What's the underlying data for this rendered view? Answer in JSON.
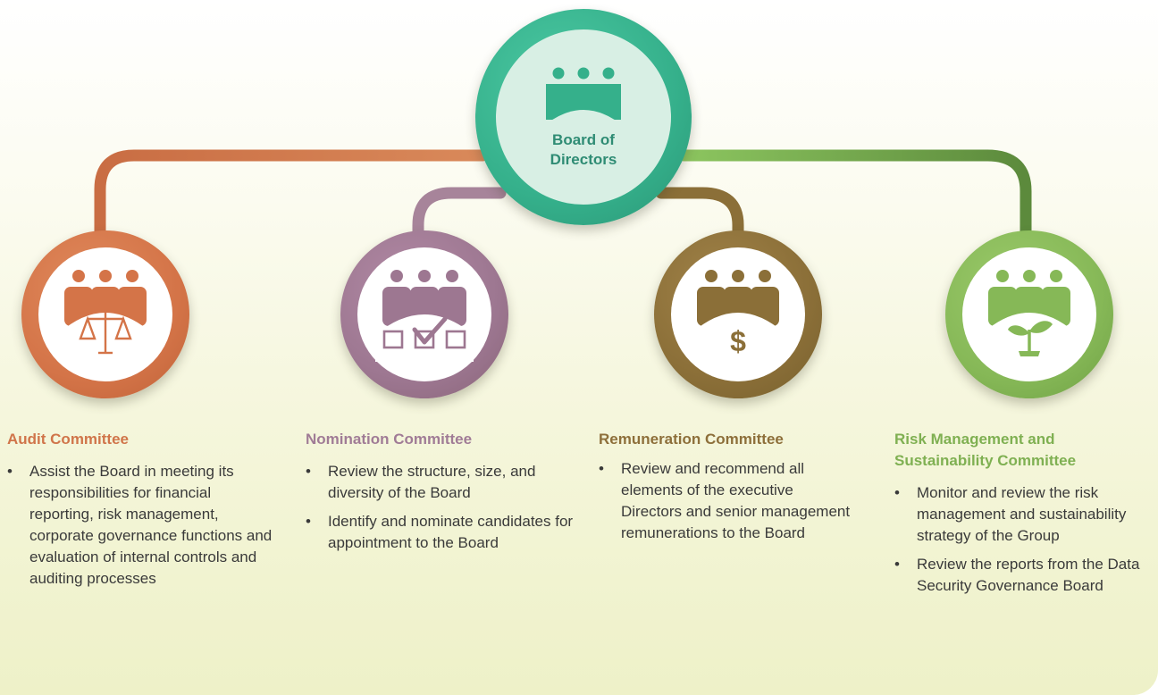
{
  "board": {
    "title_line1": "Board of",
    "title_line2": "Directors",
    "icon": "people-group-icon",
    "color": "#35b08b"
  },
  "committees": [
    {
      "title": "Audit Committee",
      "icon": "scales-icon",
      "color": "#d47448",
      "bullets": [
        "Assist the Board in meeting its responsibilities for financial reporting, risk management, corporate governance functions and evaluation of internal controls and auditing processes"
      ]
    },
    {
      "title": "Nomination Committee",
      "icon": "checkbox-vote-icon",
      "color": "#9d7791",
      "bullets": [
        "Review the structure, size, and diversity of the Board",
        "Identify and nominate candidates for appointment to the Board"
      ]
    },
    {
      "title": "Remuneration Committee",
      "icon": "dollar-icon",
      "color": "#8b6f38",
      "bullets": [
        "Review and recommend all elements of the executive Directors and senior management remunerations to the Board"
      ]
    },
    {
      "title_line1": "Risk Management and",
      "title_line2": "Sustainability Committee",
      "icon": "sprout-icon",
      "color": "#86b857",
      "bullets": [
        "Monitor and review the risk management and sustainability strategy of the Group",
        "Review the reports from the Data Security Governance Board"
      ]
    }
  ]
}
